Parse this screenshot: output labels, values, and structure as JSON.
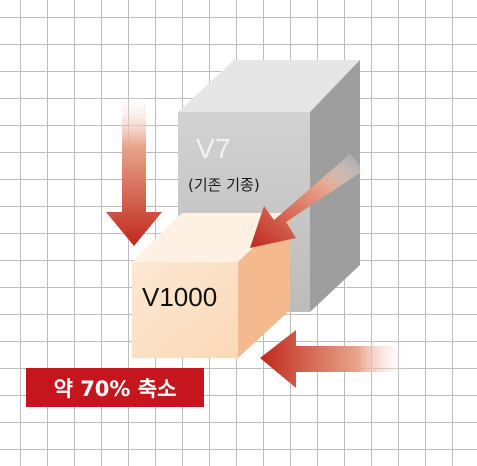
{
  "diagram": {
    "old_model": {
      "name": "V7",
      "note": "(기존 기종)"
    },
    "new_model": {
      "name": "V1000"
    },
    "reduction_badge": "약 70% 축소"
  },
  "colors": {
    "grid_line": "#bdbdbd",
    "old_cube": "#c8c8c8",
    "new_cube": "#fbe0c4",
    "arrow": "#c0281c",
    "badge": "#c4161c"
  },
  "icons": [
    "arrow-down-icon",
    "arrow-diagonal-icon",
    "arrow-left-icon"
  ]
}
